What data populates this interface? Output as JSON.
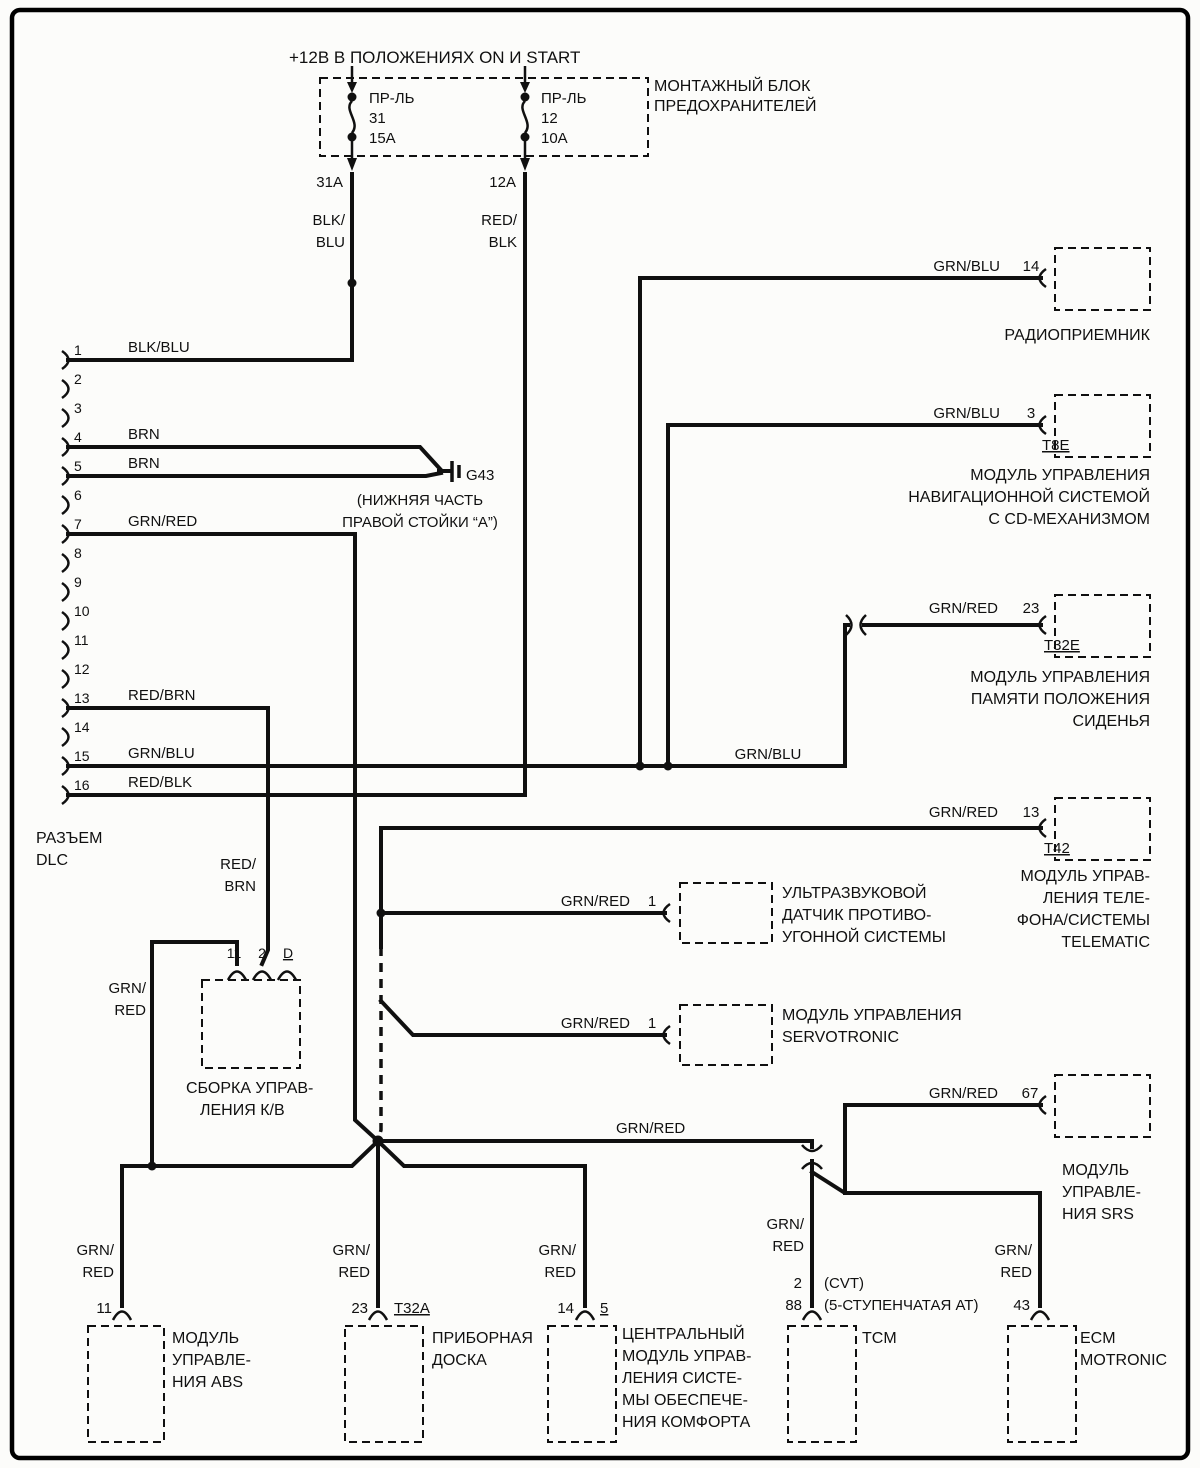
{
  "header": {
    "title": "+12В В ПОЛОЖЕНИЯХ ON И START"
  },
  "fusebox": {
    "label": [
      "МОНТАЖНЫЙ БЛОК",
      "ПРЕДОХРАНИТЕЛЕЙ"
    ],
    "fuses": [
      {
        "name": "ПР-ЛЬ",
        "num": "31",
        "amp": "15A",
        "terminal": "31A",
        "wire": [
          "BLK/",
          "BLU"
        ]
      },
      {
        "name": "ПР-ЛЬ",
        "num": "12",
        "amp": "10A",
        "terminal": "12A",
        "wire": [
          "RED/",
          "BLK"
        ]
      }
    ]
  },
  "dlc": {
    "label": [
      "РАЗЪЕМ",
      "DLC"
    ],
    "pins": [
      "1",
      "2",
      "3",
      "4",
      "5",
      "6",
      "7",
      "8",
      "9",
      "10",
      "11",
      "12",
      "13",
      "14",
      "15",
      "16"
    ],
    "wires": {
      "p1": "BLK/BLU",
      "p4": "BRN",
      "p5": "BRN",
      "p7": "GRN/RED",
      "p13": "RED/BRN",
      "p15": "GRN/BLU",
      "p16": "RED/BLK"
    }
  },
  "ground": {
    "id": "G43",
    "label": [
      "(НИЖНЯЯ ЧАСТЬ",
      "ПРАВОЙ СТОЙКИ “А”)"
    ]
  },
  "net_labels": {
    "grn_blu": "GRN/BLU",
    "grn_red": "GRN/RED"
  },
  "modules": {
    "radio": {
      "wire": "GRN/BLU",
      "pin": "14",
      "label": [
        "РАДИОПРИЕМНИК"
      ]
    },
    "nav": {
      "wire": "GRN/BLU",
      "pin": "3",
      "conn": "T8E",
      "label": [
        "МОДУЛЬ УПРАВЛЕНИЯ",
        "НАВИГАЦИОННОЙ СИСТЕМОЙ",
        "С CD-МЕХАНИЗМОМ"
      ]
    },
    "seat": {
      "wire": "GRN/RED",
      "pin": "23",
      "conn": "T32E",
      "label": [
        "МОДУЛЬ УПРАВЛЕНИЯ",
        "ПАМЯТИ ПОЛОЖЕНИЯ",
        "СИДЕНЬЯ"
      ]
    },
    "phone": {
      "wire": "GRN/RED",
      "pin": "13",
      "conn": "T42",
      "label": [
        "МОДУЛЬ УПРАВ-",
        "ЛЕНИЯ ТЕЛЕ-",
        "ФОНА/СИСТЕМЫ",
        "TELEMATIC"
      ]
    },
    "ultrasonic": {
      "wire": "GRN/RED",
      "pin": "1",
      "label": [
        "УЛЬТРАЗВУКОВОЙ",
        "ДАТЧИК ПРОТИВО-",
        "УГОННОЙ СИСТЕМЫ"
      ]
    },
    "servotronic": {
      "wire": "GRN/RED",
      "pin": "1",
      "label": [
        "МОДУЛЬ УПРАВЛЕНИЯ",
        "SERVOTRONIC"
      ]
    },
    "srs": {
      "wire": "GRN/RED",
      "pin": "67",
      "label": [
        "МОДУЛЬ",
        "УПРАВЛЕ-",
        "НИЯ SRS"
      ]
    },
    "hvac": {
      "pins": [
        "11",
        "2",
        "D"
      ],
      "wire": [
        "RED/",
        "BRN"
      ],
      "branch_wire": [
        "GRN/",
        "RED"
      ],
      "label": [
        "СБОРКА УПРАВ-",
        "ЛЕНИЯ К/В"
      ]
    },
    "abs": {
      "wire": [
        "GRN/",
        "RED"
      ],
      "pin": "11",
      "label": [
        "МОДУЛЬ",
        "УПРАВЛЕ-",
        "НИЯ ABS"
      ]
    },
    "cluster": {
      "wire": [
        "GRN/",
        "RED"
      ],
      "pin": "23",
      "conn": "T32A",
      "label": [
        "ПРИБОРНАЯ",
        "ДОСКА"
      ]
    },
    "comfort": {
      "wire": [
        "GRN/",
        "RED"
      ],
      "pin": "14",
      "conn": "5",
      "label": [
        "ЦЕНТРАЛЬНЫЙ",
        "МОДУЛЬ УПРАВ-",
        "ЛЕНИЯ СИСТЕ-",
        "МЫ ОБЕСПЕЧЕ-",
        "НИЯ КОМФОРТА"
      ]
    },
    "tcm": {
      "wire": [
        "GRN/",
        "RED"
      ],
      "pin_a": "2",
      "pin_a_note": "(CVT)",
      "pin_b": "88",
      "pin_b_note": "(5-СТУПЕНЧАТАЯ АТ)",
      "label": [
        "TCM"
      ]
    },
    "ecm": {
      "wire": [
        "GRN/",
        "RED"
      ],
      "pin": "43",
      "label": [
        "ECM",
        "MOTRONIC"
      ]
    }
  }
}
